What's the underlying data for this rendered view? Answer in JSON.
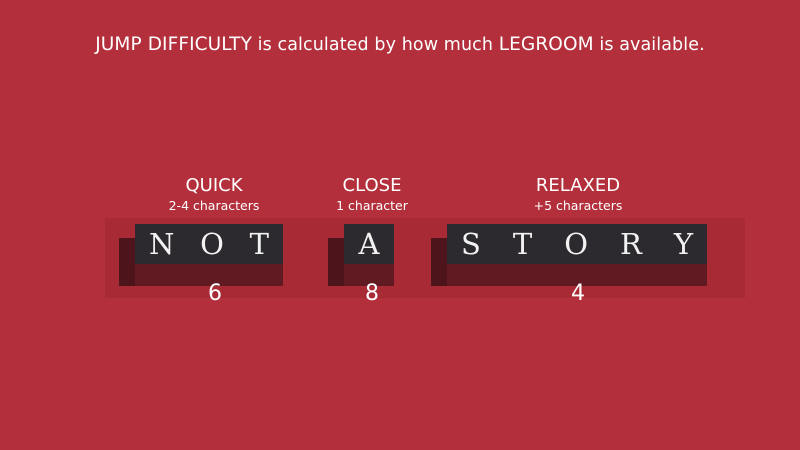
{
  "headline": {
    "kw1": "JUMP DIFFICULTY",
    "mid": " is calculated by how much ",
    "kw2": "LEGROOM",
    "end": " is available."
  },
  "groups": [
    {
      "title": "QUICK",
      "subtitle": "2-4 characters",
      "letters": [
        "N",
        "O",
        "T"
      ],
      "count": "6"
    },
    {
      "title": "CLOSE",
      "subtitle": "1 character",
      "letters": [
        "A"
      ],
      "count": "8"
    },
    {
      "title": "RELAXED",
      "subtitle": "+5 characters",
      "letters": [
        "S",
        "T",
        "O",
        "R",
        "Y"
      ],
      "count": "4"
    }
  ],
  "colors": {
    "background": "#b22f3b",
    "tile": "#2c2a2e",
    "tile_shadow": "#621a22",
    "text": "#ffffff"
  }
}
